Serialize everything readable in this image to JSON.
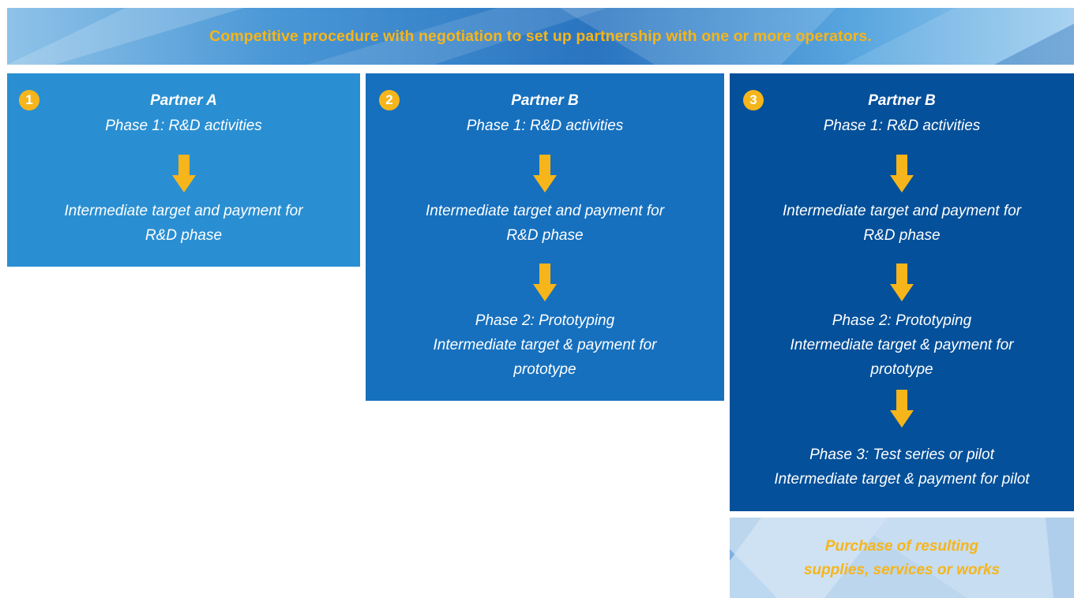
{
  "header": {
    "title": "Competitive procedure with negotiation to set up partnership with one or more operators."
  },
  "columns": [
    {
      "number": "1",
      "partner": "Partner A",
      "phase1": "Phase 1: R&D activities",
      "target1_line1": "Intermediate target and payment for",
      "target1_line2": "R&D phase"
    },
    {
      "number": "2",
      "partner": "Partner B",
      "phase1": "Phase 1: R&D activities",
      "target1_line1": "Intermediate target and payment for",
      "target1_line2": "R&D phase",
      "phase2": "Phase 2: Prototyping",
      "target2_line1": "Intermediate target & payment for",
      "target2_line2": "prototype"
    },
    {
      "number": "3",
      "partner": "Partner B",
      "phase1": "Phase 1: R&D activities",
      "target1_line1": "Intermediate target and payment for",
      "target1_line2": "R&D phase",
      "phase2": "Phase 2: Prototyping",
      "target2_line1": "Intermediate target & payment for",
      "target2_line2": "prototype",
      "phase3": "Phase 3: Test series or pilot",
      "target3": "Intermediate target & payment for pilot"
    }
  ],
  "purchase": {
    "line1": "Purchase of resulting",
    "line2": "supplies, services or works"
  },
  "colors": {
    "accent": "#f6b51a",
    "column1": "#2a8fd2",
    "column2": "#1670be",
    "column3": "#04509a"
  },
  "icons": [
    "down-arrow-icon",
    "number-badge-icon"
  ]
}
